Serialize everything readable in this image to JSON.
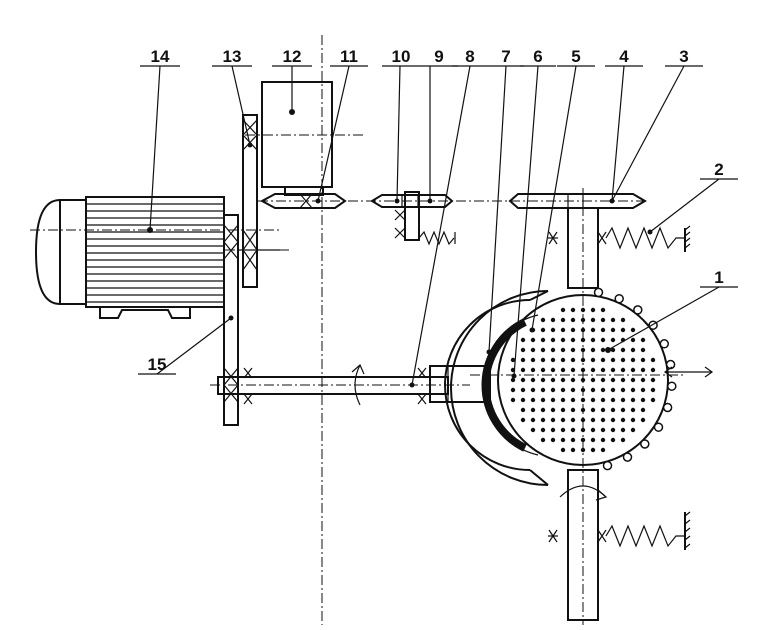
{
  "labels": [
    "1",
    "2",
    "3",
    "4",
    "5",
    "6",
    "7",
    "8",
    "9",
    "10",
    "11",
    "12",
    "13",
    "14",
    "15"
  ]
}
